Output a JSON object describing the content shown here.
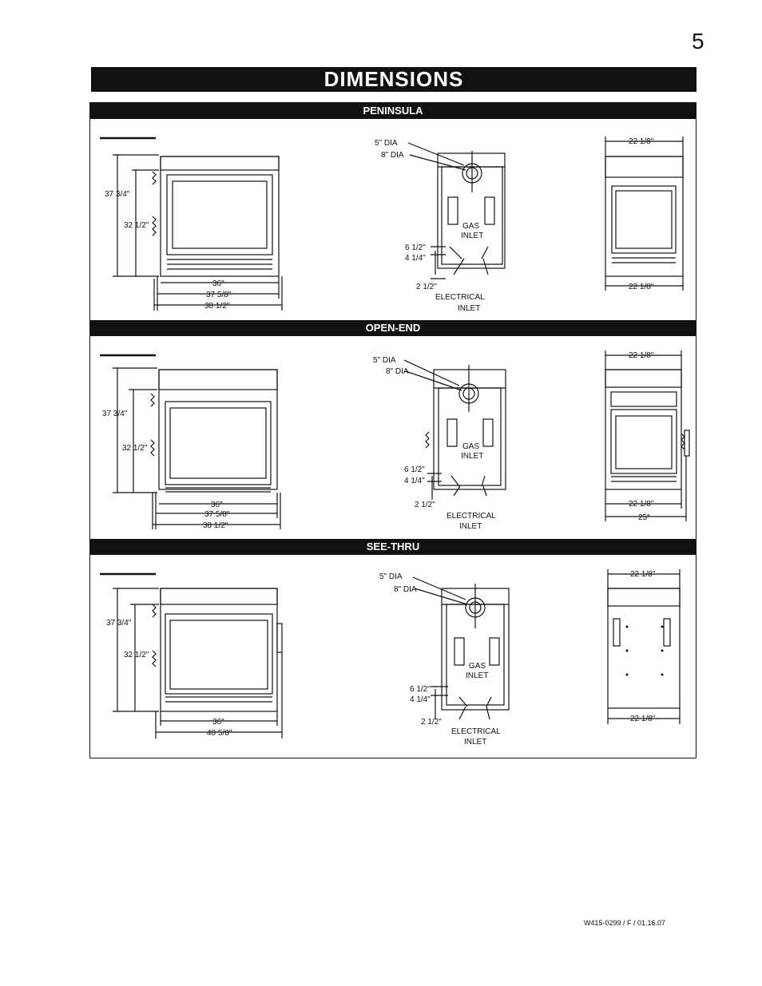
{
  "page": {
    "number": "5",
    "title": "DIMENSIONS",
    "footer_code": "W415-0299 / F / 01.16.07"
  },
  "sections": [
    {
      "heading": "PENINSULA",
      "front": {
        "height_outer": "37 3/4\"",
        "height_inner": "32 1/2\"",
        "width_1": "36\"",
        "width_2": "37 5/8\"",
        "width_3": "38 1/2\""
      },
      "top": {
        "dia_5": "5\" DIA",
        "dia_8": "8\" DIA",
        "gas": "GAS",
        "inlet": "INLET",
        "h_1": "6 1/2\"",
        "h_2": "4 1/4\"",
        "h_3": "2 1/2\"",
        "electrical": "ELECTRICAL",
        "elec_inlet": "INLET"
      },
      "side": {
        "top_width": "22 1/8\"",
        "bottom_width": "22 1/8\""
      }
    },
    {
      "heading": "OPEN-END",
      "front": {
        "height_outer": "37 3/4\"",
        "height_inner": "32 1/2\"",
        "width_1": "36\"",
        "width_2": "37 5/8\"",
        "width_3": "38 1/2\""
      },
      "top": {
        "dia_5": "5\" DIA",
        "dia_8": "8\" DIA",
        "gas": "GAS",
        "inlet": "INLET",
        "h_1": "6 1/2\"",
        "h_2": "4 1/4\"",
        "h_3": "2 1/2\"",
        "electrical": "ELECTRICAL",
        "elec_inlet": "INLET"
      },
      "side": {
        "top_width": "22 1/8\"",
        "bottom_width": "22 1/8\"",
        "extra_width": "25\""
      }
    },
    {
      "heading": "SEE-THRU",
      "front": {
        "height_outer": "37 3/4\"",
        "height_inner": "32 1/2\"",
        "width_1": "36\"",
        "width_2": "40 5/8\""
      },
      "top": {
        "dia_5": "5\" DIA",
        "dia_8": "8\" DIA",
        "gas": "GAS",
        "inlet": "INLET",
        "h_1": "6 1/2\"",
        "h_2": "4 1/4\"",
        "h_3": "2 1/2\"",
        "electrical": "ELECTRICAL",
        "elec_inlet": "INLET"
      },
      "side": {
        "top_width": "22 1/8\"",
        "bottom_width": "22 1/8\""
      }
    }
  ]
}
